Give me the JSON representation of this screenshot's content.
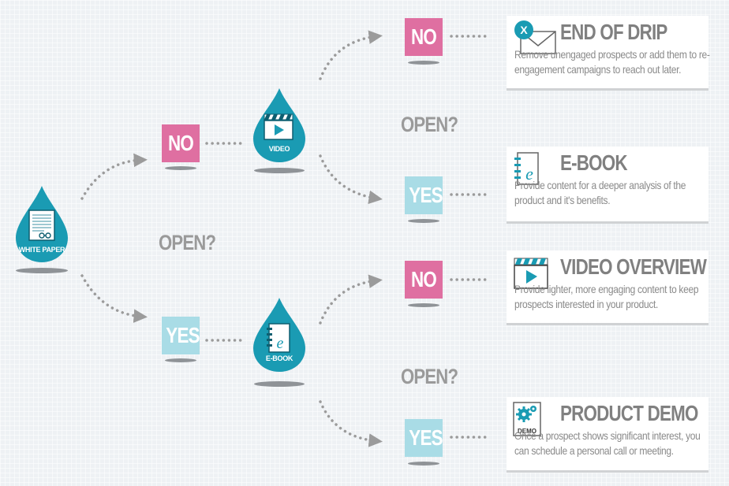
{
  "colors": {
    "teal": "#1a9bb3",
    "no_pink": "#df6fa1",
    "yes_blue": "#a9dce6",
    "text_gray": "#8a8a8a",
    "dots": "#9b9b9b"
  },
  "conditions": {
    "open_main": "OPEN?",
    "open_video": "OPEN?",
    "open_ebook": "OPEN?"
  },
  "answers": {
    "no": "NO",
    "yes": "YES"
  },
  "drops": {
    "white_paper": {
      "label": "WHITE PAPER",
      "icon": "document-icon"
    },
    "video": {
      "label": "VIDEO",
      "icon": "clapperboard-icon"
    },
    "ebook": {
      "label": "E-BOOK",
      "icon": "ebook-icon"
    }
  },
  "outcomes": {
    "end_of_drip": {
      "title": "END OF DRIP",
      "description": "Remove unengaged prospects or add them to re-engagement campaigns to reach out later.",
      "icon": "envelope-x-icon",
      "badge": "X"
    },
    "ebook": {
      "title": "E-BOOK",
      "description": "Provide content for a deeper analysis of the product and it's benefits.",
      "icon": "ebook-icon",
      "badge": "e"
    },
    "video_overview": {
      "title": "VIDEO OVERVIEW",
      "description": "Provide lighter, more engaging content to keep prospects interested in your product.",
      "icon": "clapperboard-icon"
    },
    "product_demo": {
      "title": "PRODUCT DEMO",
      "description": "Once a prospect shows significant interest, you can schedule a personal call or meeting.",
      "icon": "gears-icon",
      "badge": "DEMO"
    }
  }
}
